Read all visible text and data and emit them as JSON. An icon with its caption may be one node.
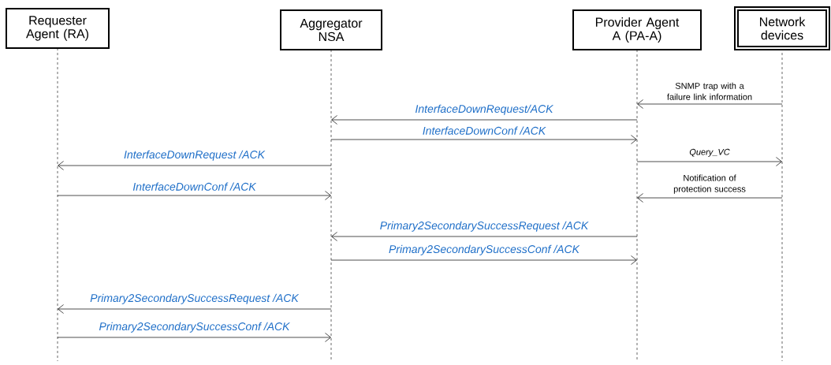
{
  "diagram": {
    "nodes": [
      {
        "text": [
          "Requester Agent (RA)"
        ]
      },
      {
        "text": [
          "Aggregator NSA"
        ]
      },
      {
        "text": [
          "Provider Agent A (PA-A)"
        ]
      },
      {
        "text": [
          "Network devices"
        ]
      }
    ],
    "edges": [
      {
        "from": 3,
        "to": 2,
        "arrow": "to",
        "label": "SNMP trap with a failure link information"
      },
      {
        "from": 2,
        "to": 1,
        "arrow": "to",
        "label": "InterfaceDownRequest/ACK"
      },
      {
        "from": 1,
        "to": 2,
        "arrow": "to",
        "label": "InterfaceDownConf /ACK"
      },
      {
        "from": 2,
        "to": 3,
        "arrow": "to",
        "label": "Query_VC"
      },
      {
        "from": 1,
        "to": 0,
        "arrow": "to",
        "label": "InterfaceDownRequest /ACK"
      },
      {
        "from": 3,
        "to": 2,
        "arrow": "to",
        "label": "Notification of protection success"
      },
      {
        "from": 0,
        "to": 1,
        "arrow": "to",
        "label": "InterfaceDownConf /ACK"
      },
      {
        "from": 2,
        "to": 1,
        "arrow": "to",
        "label": "Primary2SecondarySuccessRequest /ACK"
      },
      {
        "from": 1,
        "to": 2,
        "arrow": "to",
        "label": "Primary2SecondarySuccessConf /ACK"
      },
      {
        "from": 1,
        "to": 0,
        "arrow": "to",
        "label": "Primary2SecondarySuccessRequest /ACK"
      },
      {
        "from": 0,
        "to": 1,
        "arrow": "to",
        "label": "Primary2SecondarySuccessConf /ACK"
      }
    ]
  }
}
